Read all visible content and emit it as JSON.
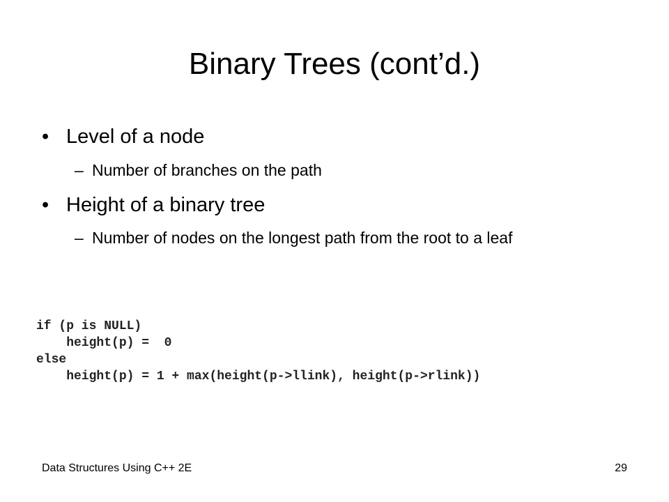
{
  "slide": {
    "title": "Binary Trees (cont’d.)",
    "bullets": [
      {
        "marker": "•",
        "text": "Level of a node",
        "sub": {
          "marker": "–",
          "text": "Number of branches on the path"
        }
      },
      {
        "marker": "•",
        "text": "Height of a binary tree",
        "sub": {
          "marker": "–",
          "text": "Number of nodes on the longest path from the root to a leaf"
        }
      }
    ],
    "code": "if (p is NULL)\n    height(p) =  0\nelse\n    height(p) = 1 + max(height(p->llink), height(p->rlink))"
  },
  "footer": {
    "left": "Data Structures Using C++ 2E",
    "page_number": "29"
  }
}
